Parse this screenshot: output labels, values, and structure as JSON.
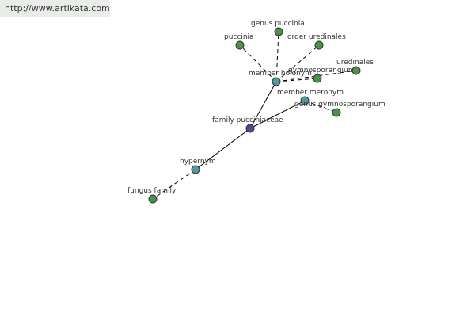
{
  "watermark": "http://www.artikata.com",
  "colors": {
    "center": "#4a4a9a",
    "relation": "#4e9a9e",
    "leaf": "#4e8f4a"
  },
  "nodes": [
    {
      "id": "family_pucciniaceae",
      "label": "family pucciniaceae",
      "kind": "center"
    },
    {
      "id": "member_holonym",
      "label": "member holonym",
      "kind": "relation"
    },
    {
      "id": "member_meronym",
      "label": "member meronym",
      "kind": "relation"
    },
    {
      "id": "hypernym",
      "label": "hypernym",
      "kind": "relation"
    },
    {
      "id": "genus_puccinia",
      "label": "genus puccinia",
      "kind": "leaf"
    },
    {
      "id": "puccinia",
      "label": "puccinia",
      "kind": "leaf"
    },
    {
      "id": "order_uredinales",
      "label": "order uredinales",
      "kind": "leaf"
    },
    {
      "id": "gymnosporangium",
      "label": "gymnosporangium",
      "kind": "leaf"
    },
    {
      "id": "uredinales",
      "label": "uredinales",
      "kind": "leaf"
    },
    {
      "id": "genus_gymnosporangium",
      "label": "genus gymnosporangium",
      "kind": "leaf"
    },
    {
      "id": "fungus_family",
      "label": "fungus family",
      "kind": "leaf"
    }
  ],
  "edges": [
    {
      "from": "family_pucciniaceae",
      "to": "member_holonym",
      "style": "solid"
    },
    {
      "from": "family_pucciniaceae",
      "to": "member_meronym",
      "style": "solid"
    },
    {
      "from": "family_pucciniaceae",
      "to": "hypernym",
      "style": "solid"
    },
    {
      "from": "member_holonym",
      "to": "genus_puccinia",
      "style": "dashed"
    },
    {
      "from": "member_holonym",
      "to": "puccinia",
      "style": "dashed"
    },
    {
      "from": "member_holonym",
      "to": "order_uredinales",
      "style": "dashed"
    },
    {
      "from": "member_holonym",
      "to": "gymnosporangium",
      "style": "dashed"
    },
    {
      "from": "member_holonym",
      "to": "uredinales",
      "style": "dashed"
    },
    {
      "from": "member_meronym",
      "to": "genus_gymnosporangium",
      "style": "dashed"
    },
    {
      "from": "hypernym",
      "to": "fungus_family",
      "style": "dashed"
    }
  ]
}
